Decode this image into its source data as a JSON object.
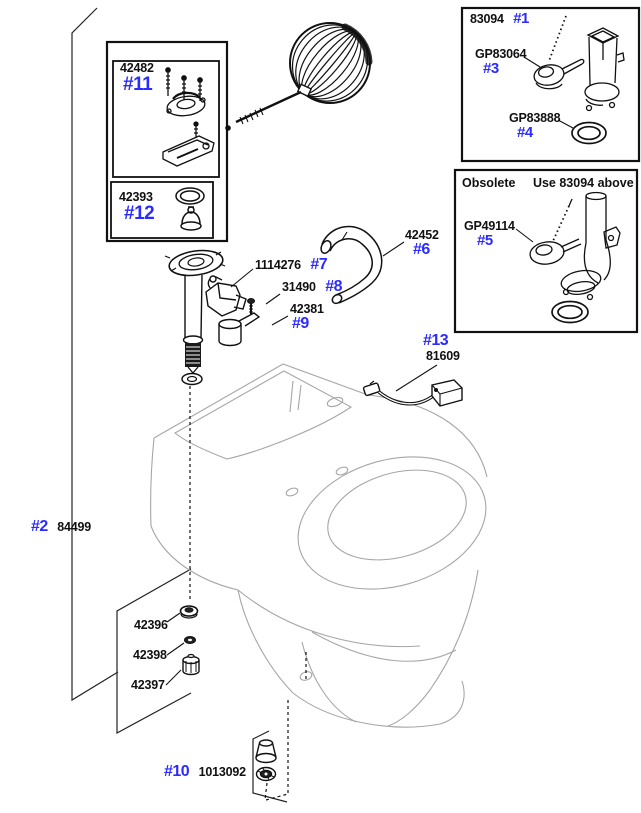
{
  "colors": {
    "ref_blue": "#2b2bff",
    "text_black": "#111111",
    "toilet_gray": "#a6a6a6"
  },
  "labels": {
    "p1": {
      "part": "83094",
      "ref": "#1"
    },
    "p2": {
      "ref": "#2",
      "part": "84499"
    },
    "p3": {
      "part": "GP83064",
      "ref": "#3"
    },
    "p4": {
      "part": "GP83888",
      "ref": "#4"
    },
    "p5": {
      "part": "GP49114",
      "ref": "#5"
    },
    "p6": {
      "part": "42452",
      "ref": "#6"
    },
    "p7": {
      "part": "1114276",
      "ref": "#7"
    },
    "p8": {
      "part": "31490",
      "ref": "#8"
    },
    "p9": {
      "part": "42381",
      "ref": "#9"
    },
    "p10": {
      "ref": "#10",
      "part": "1013092"
    },
    "p11": {
      "part": "42482",
      "ref": "#11"
    },
    "p12": {
      "part": "42393",
      "ref": "#12"
    },
    "p13": {
      "ref": "#13",
      "part": "81609"
    },
    "p42396": {
      "part": "42396"
    },
    "p42398": {
      "part": "42398"
    },
    "p42397": {
      "part": "42397"
    },
    "obsolete_note": {
      "left": "Obsolete",
      "right": "Use 83094 above"
    }
  }
}
